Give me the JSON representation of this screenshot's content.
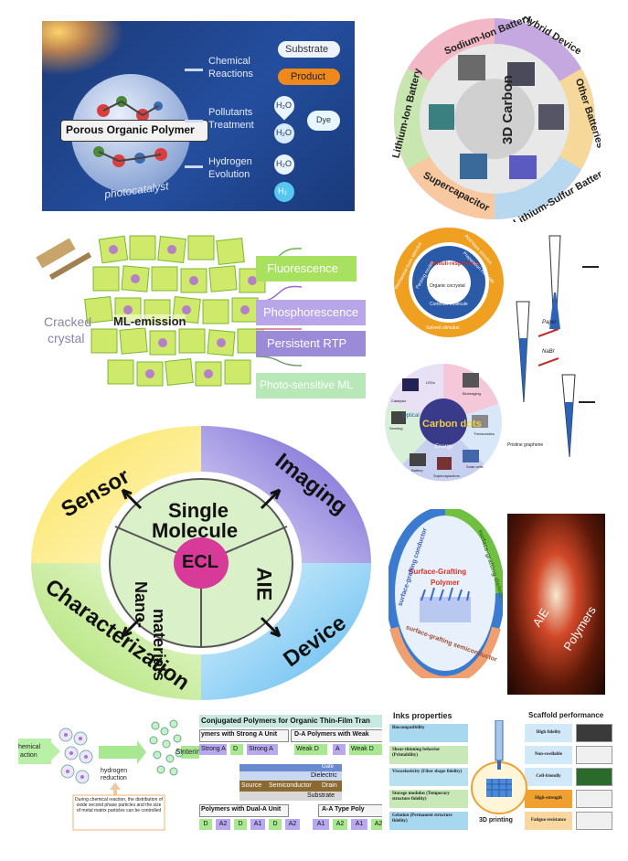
{
  "p1": {
    "center": "Porous Organic Polymer",
    "sub": "photocatalyst",
    "rows": [
      {
        "label1": "Chemical",
        "label2": "Reactions",
        "box1": "Substrate",
        "box2": "Product"
      },
      {
        "label1": "Pollutants",
        "label2": "Treatment",
        "drop1": "H₂O",
        "drop2": "H₂O",
        "drop3": "Dye"
      },
      {
        "label1": "Hydrogen",
        "label2": "Evolution",
        "drop1": "H₂O",
        "drop2": "H₂"
      }
    ]
  },
  "p2": {
    "center": "3D Carbon",
    "ring": [
      "Sodium-Ion Battery",
      "Hybrid Device",
      "Other Batteries",
      "Lithium-Sulfur Battery",
      "Supercapacitor",
      "Lithium-Ion Battery"
    ]
  },
  "p3": {
    "left1": "Cracked",
    "left2": "crystal",
    "center": "ML-emission",
    "labels": [
      "Fluorescence",
      "Phosphorescence",
      "Persistent RTP",
      "Photo-sensitive ML"
    ]
  },
  "p4": {
    "center": "Stimuli-responsive",
    "inner": "Organic cocrystal",
    "inner2": "Common molecule",
    "ring": [
      "Mechanical force stimulus",
      "Acid-base stimulus",
      "Solvent stimulus"
    ],
    "mid": [
      "Packing modes",
      "Preparation methods"
    ]
  },
  "p5": {
    "labels": [
      "Pristine graphene"
    ],
    "arrows": [
      "Paper",
      "NaBr"
    ]
  },
  "p6": {
    "center": "Carbon dots",
    "items": [
      "LEDs",
      "Catalysis",
      "Sensing",
      "Battery",
      "Supercapacitors",
      "Solar cells",
      "Optical",
      "Energy",
      "Bioimaging",
      "Theranostics"
    ]
  },
  "p7": {
    "center": "ECL",
    "top": "Single",
    "top2": "Molecule",
    "left": "Nano-",
    "left2": "materials",
    "right": "AIE",
    "outer": [
      "Sensor",
      "Imaging",
      "Device",
      "Characterization"
    ]
  },
  "p8": {
    "center1": "Surface-Grafting",
    "center2": "Polymer",
    "ring": [
      "surface-grafting conductor",
      "surface-grafting dielectric",
      "surface-grafting semiconductor"
    ]
  },
  "p9": {
    "text1": "AIE",
    "text2": "Polymers"
  },
  "p10": {
    "left": "hemical",
    "left2": "action",
    "mid1": "hydrogen",
    "mid2": "reduction",
    "right": "Sinterin",
    "note": "During chemical reaction, the distribution of oxide second phase particles and the size of metal matrix particles can be controlled"
  },
  "p11": {
    "title": "Conjugated Polymers for Organic Thin-Film Tran",
    "h1": "ymers with Strong A Unit",
    "h2": "D-A Polymers with Weak",
    "row1": [
      "Strong A",
      "D",
      "Strong A",
      "Weak D",
      "A",
      "Weak D"
    ],
    "gate": "Gate",
    "dielectric": "Dielectric",
    "source": "Source",
    "semi": "Semiconductor",
    "drain": "Drain",
    "substrate": "Substrate",
    "h3": "Polymers with Dual-A Unit",
    "h4": "A-A Type Poly",
    "row2": [
      "D",
      "A2",
      "D",
      "A1",
      "D",
      "A2",
      "A1",
      "A2",
      "A1",
      "A2"
    ]
  },
  "p12": {
    "left_title": "Inks properties",
    "right_title": "Scaffold performance",
    "left": [
      "Biocompatibility",
      "Shear-thinning behavior (Printability)",
      "Viscoelasticity (Fiber shape fidelity)",
      "Storage modulus (Temporary structure fidelity)",
      "Gelation (Permanent structure fidelity)"
    ],
    "right": [
      "High fidelity",
      "Non-swellable",
      "Cell-friendly",
      "High-strength",
      "Fatigue resistance"
    ],
    "center": "3D printing"
  }
}
